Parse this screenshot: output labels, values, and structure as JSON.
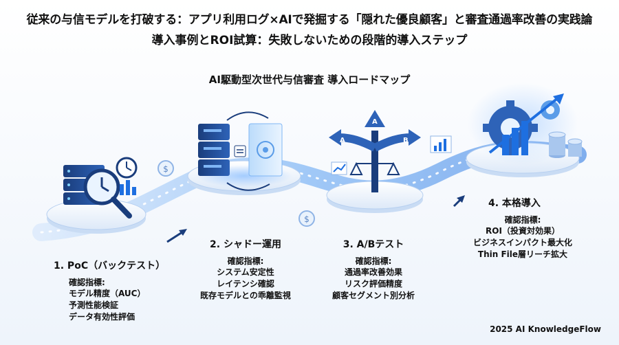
{
  "header": {
    "title_line1": "従来の与信モデルを打破する：アプリ利用ログ×AIで発掘する「隠れた優良顧客」と審査通過率改善の実践論",
    "title_line2": "導入事例とROI試算：失敗しないための段階的導入ステップ",
    "subtitle": "AI駆動型次世代与信審査 導入ロードマップ"
  },
  "stages": [
    {
      "title": "1. PoC（バックテスト）",
      "metric_label": "確認指標:",
      "metrics": [
        "モデル精度（AUC）",
        "予測性能検証",
        "データ有効性評価"
      ],
      "icon": "server-magnifier-clock-icon"
    },
    {
      "title": "2. シャドー運用",
      "metric_label": "確認指標:",
      "metrics": [
        "システム安定性",
        "レイテンシ確認",
        "既存モデルとの乖離監視"
      ],
      "icon": "parallel-servers-icon"
    },
    {
      "title": "3. A/Bテスト",
      "metric_label": "確認指標:",
      "metrics": [
        "通過率改善効果",
        "リスク評価精度",
        "顧客セグメント別分析"
      ],
      "icon": "split-arrow-scale-icon"
    },
    {
      "title": "4. 本格導入",
      "metric_label": "確認指標:",
      "metrics": [
        "ROI（投資対効果）",
        "ビジネスインパクト最大化",
        "Thin File層リーチ拡大"
      ],
      "icon": "gear-growth-coins-icon"
    }
  ],
  "branch_labels": {
    "left": "A",
    "center": "A",
    "right": "B"
  },
  "footer": "2025 AI KnowledgeFlow",
  "colors": {
    "accent": "#1e6fe0",
    "path": "#3b8cf0",
    "dark": "#1a3d7c",
    "light": "#dbe9fb"
  }
}
